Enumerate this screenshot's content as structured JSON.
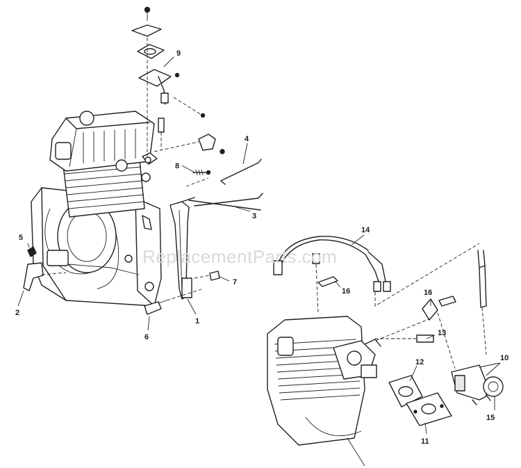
{
  "watermark": "ReplacementParts.com",
  "part_labels": {
    "p1": "1",
    "p2": "2",
    "p3": "3",
    "p4": "4",
    "p5": "5",
    "p6": "6",
    "p7": "7",
    "p8": "8",
    "p9": "9",
    "p10": "10",
    "p11": "11",
    "p12": "12",
    "p13": "13",
    "p14": "14",
    "p15": "15",
    "p16a": "16",
    "p16b": "16"
  }
}
